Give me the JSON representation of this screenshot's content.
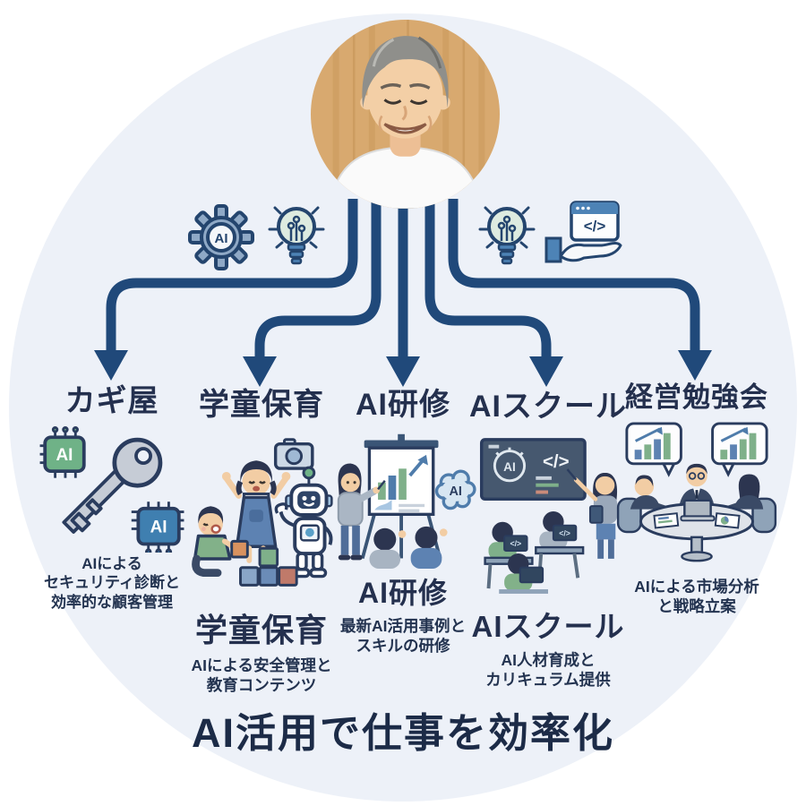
{
  "bottom_title": "AI活用で仕事を効率化",
  "ai_label": "AI",
  "code_glyph": "</>",
  "colors": {
    "arrow_navy": "#20497a",
    "circle_background": "#edf1f8",
    "heading_text": "#24304e",
    "chip_green": "#6fb287",
    "chip_blue": "#3f7fb0"
  },
  "icons": {
    "top_left_1": "ai-gear",
    "top_left_2": "lightbulb-circuit",
    "top_right_1": "lightbulb-circuit",
    "top_right_2": "hand-holding-code-window"
  },
  "branches": [
    {
      "title": "カギ屋",
      "desc_lines": [
        "AIによる",
        "セキュリティ診断と",
        "効率的な顧客管理"
      ]
    },
    {
      "title": "学童保育",
      "caption": "学童保育",
      "desc_lines": [
        "AIによる安全管理と",
        "教育コンテンツ"
      ]
    },
    {
      "title": "AI研修",
      "caption": "AI研修",
      "desc_lines": [
        "最新AI活用事例と",
        "スキルの研修"
      ]
    },
    {
      "title": "AIスクール",
      "caption": "AIスクール",
      "desc_lines": [
        "AI人材育成と",
        "カリキュラム提供"
      ]
    },
    {
      "title": "経営勉強会",
      "desc_lines": [
        "AIによる市場分析",
        "と戦略立案"
      ]
    }
  ]
}
